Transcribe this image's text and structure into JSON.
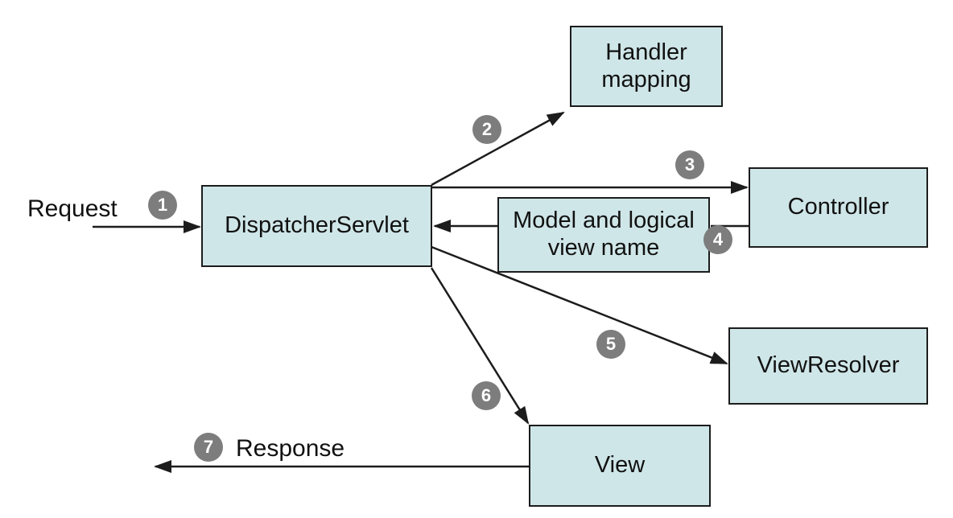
{
  "colors": {
    "background": "#ffffff",
    "box_fill": "#cfe6e8",
    "box_border": "#1c1c1c",
    "arrow": "#1c1c1c",
    "step_circle": "#7d7d7d",
    "step_number": "#ffffff",
    "text": "#111111"
  },
  "nodes": {
    "handler_mapping": {
      "label": "Handler mapping"
    },
    "dispatcher_servlet": {
      "label": "DispatcherServlet"
    },
    "controller": {
      "label": "Controller"
    },
    "model_and_logical_view_name": {
      "label": "Model and logical view name"
    },
    "view_resolver": {
      "label": "ViewResolver"
    },
    "view": {
      "label": "View"
    }
  },
  "labels": {
    "request": "Request",
    "response": "Response"
  },
  "steps": [
    "1",
    "2",
    "3",
    "4",
    "5",
    "6",
    "7"
  ]
}
